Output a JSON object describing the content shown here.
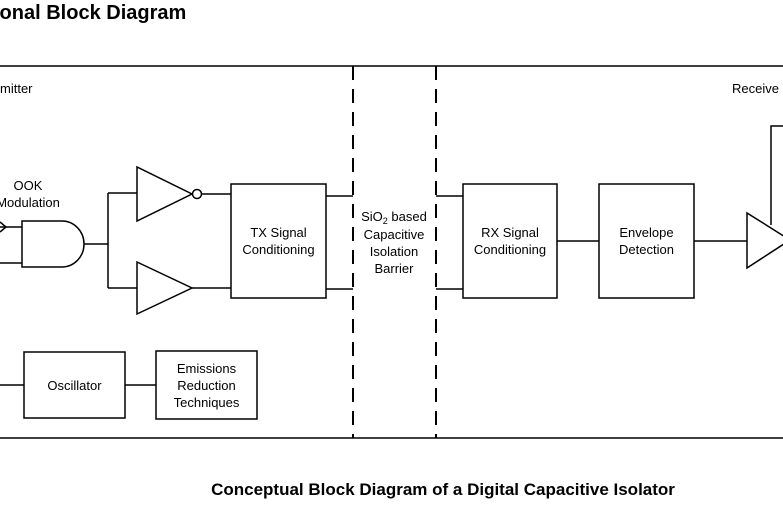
{
  "page_title": "ional Block Diagram",
  "caption": "Conceptual Block Diagram of a Digital Capacitive Isolator",
  "sections": {
    "transmitter_label": "mitter",
    "receiver_label": "Receive"
  },
  "blocks": {
    "ook_line1": "OOK",
    "ook_line2": "Modulation",
    "tx_line1": "TX Signal",
    "tx_line2": "Conditioning",
    "barrier_line1_pre": "SiO",
    "barrier_line1_sub": "2",
    "barrier_line1_post": " based",
    "barrier_line2": "Capacitive",
    "barrier_line3": "Isolation",
    "barrier_line4": "Barrier",
    "rx_line1": "RX Signal",
    "rx_line2": "Conditioning",
    "env_line1": "Envelope",
    "env_line2": "Detection",
    "osc": "Oscillator",
    "emi_line1": "Emissions",
    "emi_line2": "Reduction",
    "emi_line3": "Techniques"
  }
}
